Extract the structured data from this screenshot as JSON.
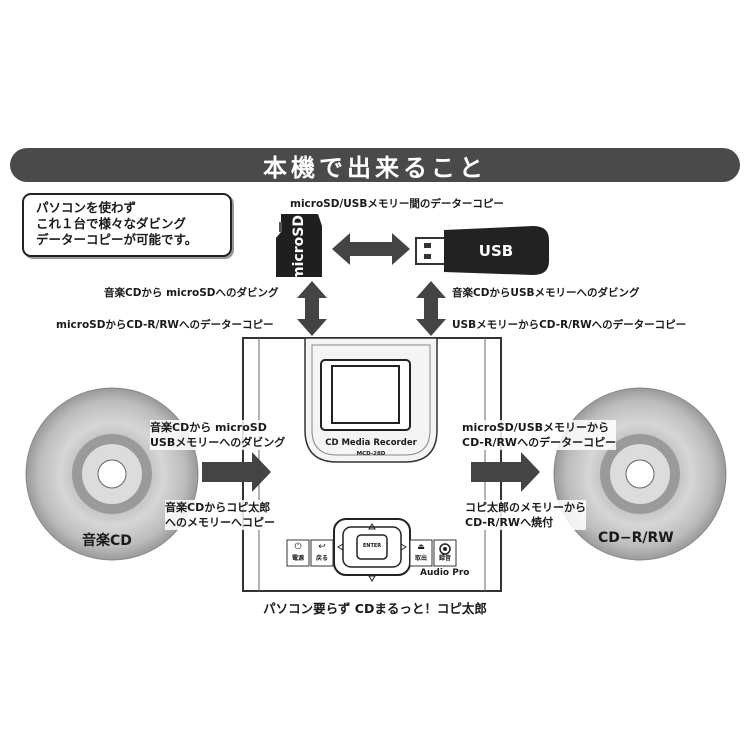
{
  "banner": {
    "title": "本機で出来ること"
  },
  "callout": {
    "line1": "パソコンを使わず",
    "line2": "これ１台で様々なダビング",
    "line3": "データーコピーが可能です。"
  },
  "top": {
    "copy_label": "microSD/USBメモリー間のデーターコピー",
    "microsd_text": "microSD",
    "usb_text": "USB"
  },
  "left_labels": {
    "dub_cd_to_microsd": "音楽CDから microSDへのダビング",
    "copy_microsd_to_cdrw": "microSDからCD-R/RWへのデーターコピー"
  },
  "right_labels": {
    "dub_cd_to_usb": "音楽CDからUSBメモリーへのダビング",
    "copy_usb_to_cdrw": "USBメモリーからCD-R/RWへのデーターコピー"
  },
  "middle_left": {
    "line1": "音楽CDから microSD",
    "line2": "USBメモリーへのダビング",
    "line3": "音楽CDからコピ太郎",
    "line4": "へのメモリーへコピー"
  },
  "middle_right": {
    "line1": "microSD/USBメモリーから",
    "line2": "CD-R/RWへのデーターコピー",
    "line3": "コピ太郎のメモリーから",
    "line4": "CD-R/RWへ焼付"
  },
  "cd_left": {
    "label": "音楽CD"
  },
  "cd_right": {
    "label": "CD−R/RW"
  },
  "device": {
    "name": "CD Media Recorder",
    "model": "MCD-28D",
    "brand": "Audio Pro",
    "enter_label": "ENTER",
    "power_label": "電源",
    "back_label": "戻る",
    "eject_label": "取出",
    "record_label": "録音"
  },
  "footer": {
    "caption": "パソコン要らず CDまるっと！コピ太郎"
  }
}
